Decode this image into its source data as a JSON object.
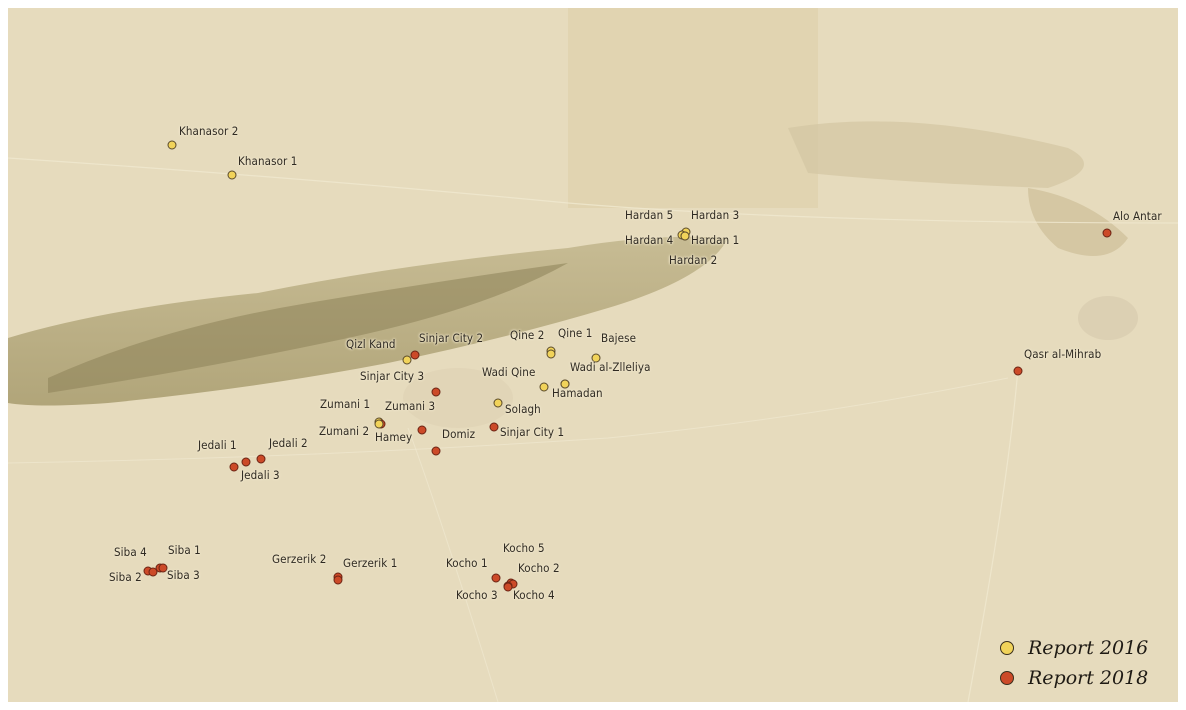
{
  "colors": {
    "report_2016": "#f1d35a",
    "report_2018": "#cc4a28",
    "background": "#e6dbbd"
  },
  "legend": [
    {
      "label": "Report 2016",
      "color": "#f1d35a"
    },
    {
      "label": "Report 2018",
      "color": "#cc4a28"
    }
  ],
  "places": [
    {
      "name": "Khanasor 2",
      "report": "2016"
    },
    {
      "name": "Khanasor 1",
      "report": "2016"
    },
    {
      "name": "Hardan 5",
      "report": "2016"
    },
    {
      "name": "Hardan 3",
      "report": "2016"
    },
    {
      "name": "Hardan 4",
      "report": "2016"
    },
    {
      "name": "Hardan 1",
      "report": "2016"
    },
    {
      "name": "Hardan 2",
      "report": "2016"
    },
    {
      "name": "Alo Antar",
      "report": "2018"
    },
    {
      "name": "Qizl Kand",
      "report": "2016"
    },
    {
      "name": "Sinjar City 2",
      "report": "2018"
    },
    {
      "name": "Qine 2",
      "report": "2016"
    },
    {
      "name": "Qine 1",
      "report": "2016"
    },
    {
      "name": "Bajese",
      "report": "2016"
    },
    {
      "name": "Qasr al-Mihrab",
      "report": "2018"
    },
    {
      "name": "Sinjar City 3",
      "report": "2018"
    },
    {
      "name": "Wadi Qine",
      "report": "2016"
    },
    {
      "name": "Wadi al-Zlleliya",
      "report": "2016"
    },
    {
      "name": "Hamadan",
      "report": "2016"
    },
    {
      "name": "Zumani 1",
      "report": "2016"
    },
    {
      "name": "Zumani 3",
      "report": "2018"
    },
    {
      "name": "Solagh",
      "report": "2016"
    },
    {
      "name": "Zumani 2",
      "report": "2016"
    },
    {
      "name": "Hamey",
      "report": "2018"
    },
    {
      "name": "Domiz",
      "report": "2018"
    },
    {
      "name": "Sinjar City 1",
      "report": "2018"
    },
    {
      "name": "Jedali 1",
      "report": "2018"
    },
    {
      "name": "Jedali 2",
      "report": "2018"
    },
    {
      "name": "Jedali 3",
      "report": "2018"
    },
    {
      "name": "Siba 4",
      "report": "2018"
    },
    {
      "name": "Siba 1",
      "report": "2018"
    },
    {
      "name": "Siba 2",
      "report": "2018"
    },
    {
      "name": "Siba 3",
      "report": "2018"
    },
    {
      "name": "Gerzerik 2",
      "report": "2018"
    },
    {
      "name": "Gerzerik 1",
      "report": "2018"
    },
    {
      "name": "Kocho 1",
      "report": "2018"
    },
    {
      "name": "Kocho 5",
      "report": "2018"
    },
    {
      "name": "Kocho 2",
      "report": "2018"
    },
    {
      "name": "Kocho 3",
      "report": "2018"
    },
    {
      "name": "Kocho 4",
      "report": "2018"
    }
  ]
}
